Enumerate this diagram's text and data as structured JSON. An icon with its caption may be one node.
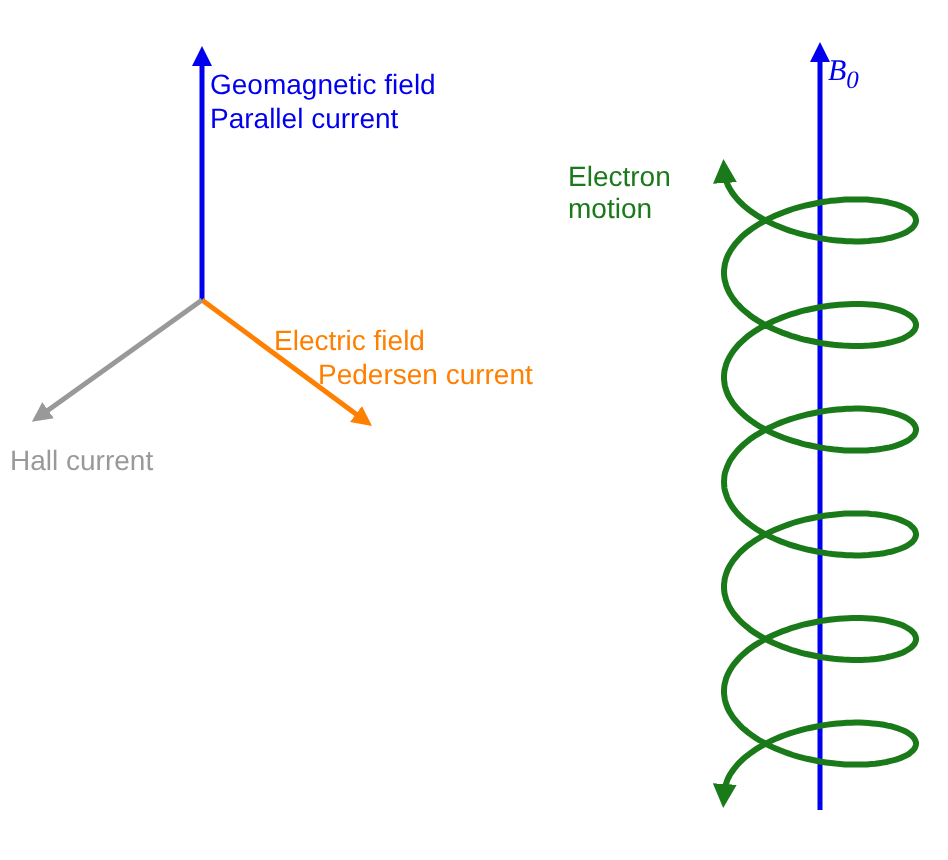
{
  "diagram": {
    "labels": [
      "Geomagnetic field",
      "Parallel current",
      "B$_{0}$",
      "Electron motion",
      "Electric field",
      "Pedersen current",
      "Hall current"
    ]
  }
}
